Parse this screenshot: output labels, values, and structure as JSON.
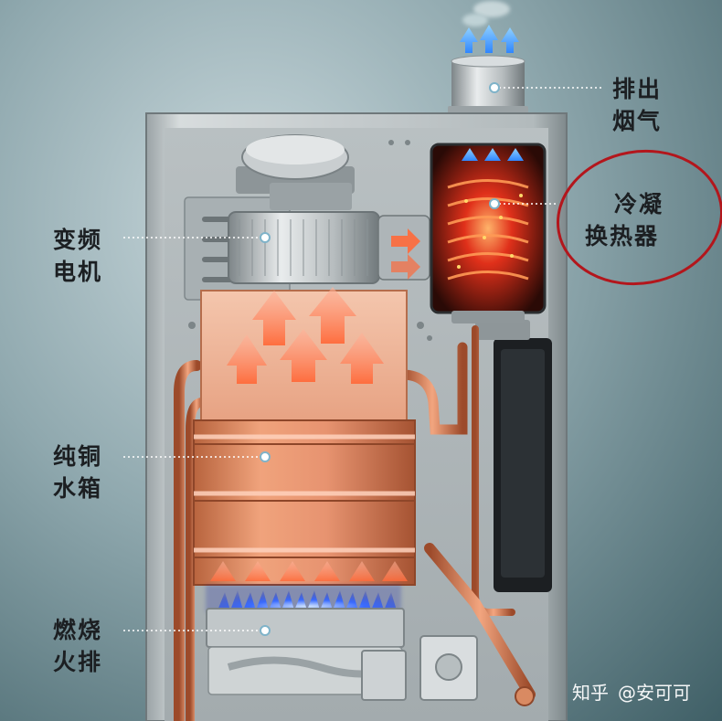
{
  "labels": {
    "exhaust": {
      "line1": "排出",
      "line2": "烟气"
    },
    "condensing": {
      "line1": "冷凝",
      "line2": "换热器"
    },
    "motor": {
      "line1": "变频",
      "line2": "电机"
    },
    "tank": {
      "line1": "纯铜",
      "line2": "水箱"
    },
    "burner": {
      "line1": "燃烧",
      "line2": "火排"
    }
  },
  "watermark": {
    "brand": "知乎",
    "author": "@安可可"
  },
  "colors": {
    "highlight_ring": "#b3161c",
    "copper": "#d98a62",
    "flame": "#2f6bff",
    "arrow_hot": "#ff5a2a",
    "arrow_exhaust": "#3aa0ff"
  }
}
